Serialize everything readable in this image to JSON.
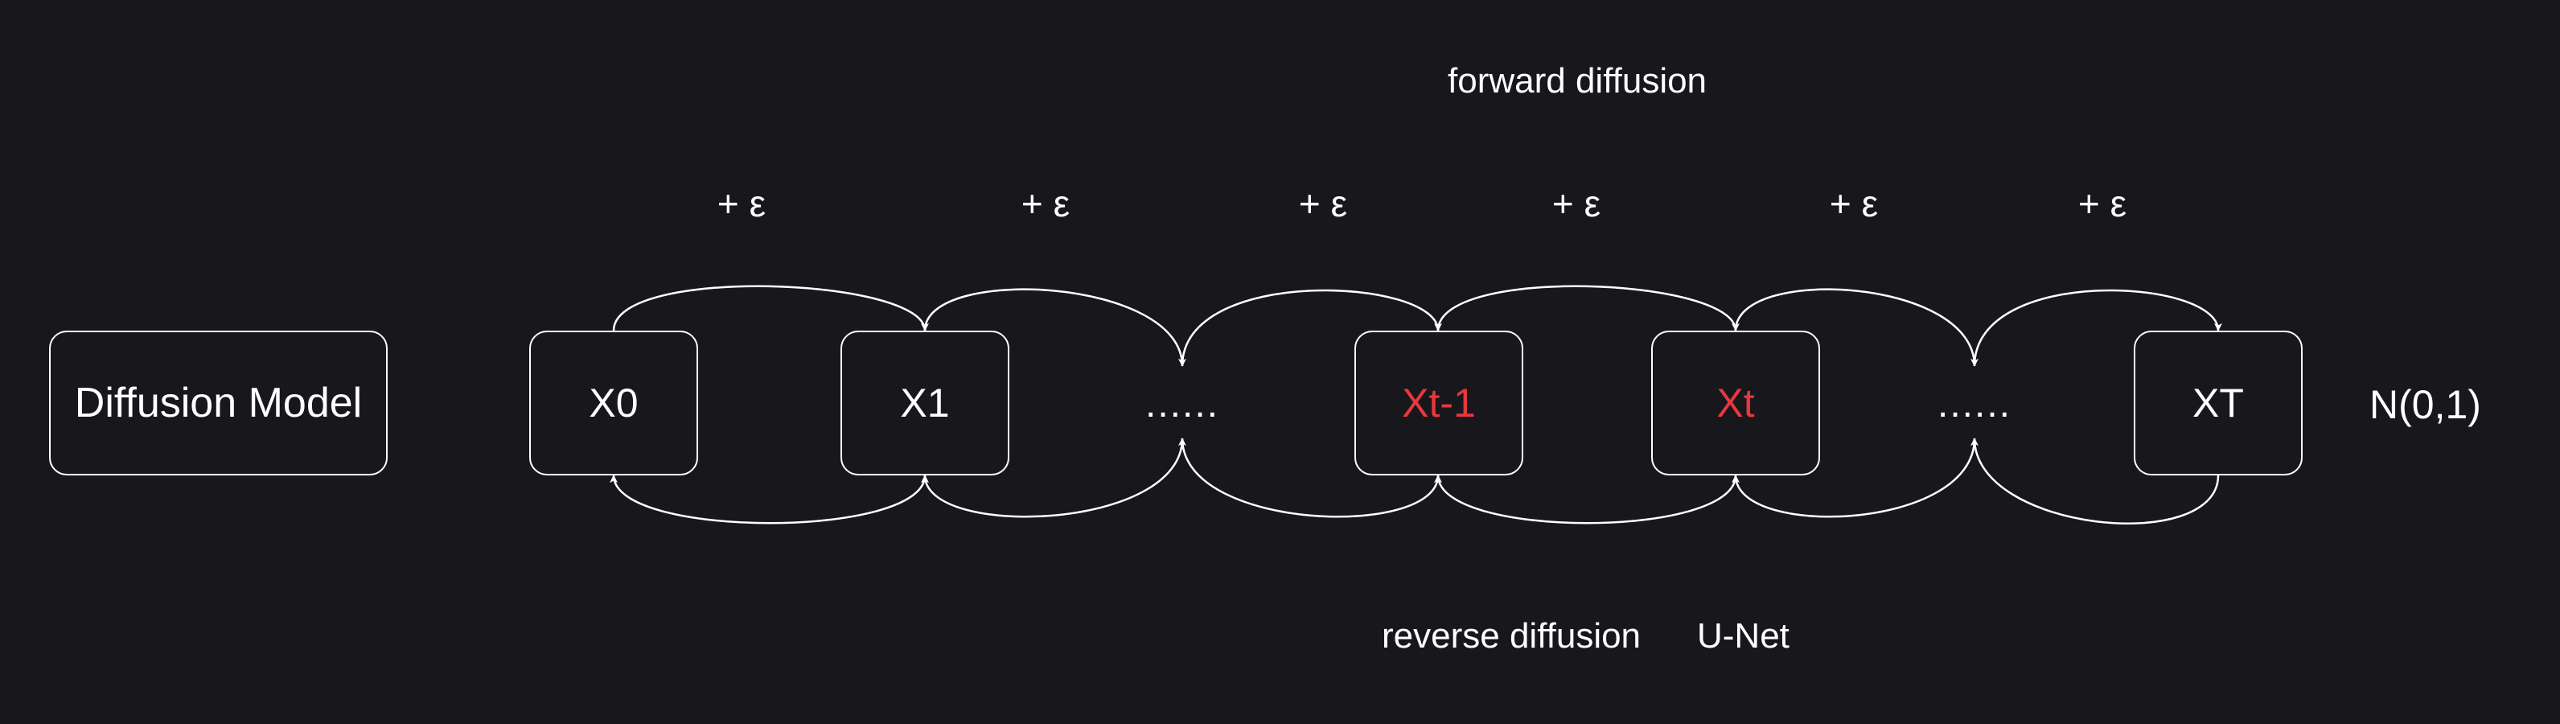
{
  "title_box": "Diffusion Model",
  "labels": {
    "forward": "forward diffusion",
    "reverse": "reverse diffusion",
    "unet": "U-Net",
    "noise": "N(0,1)"
  },
  "nodes": [
    {
      "id": "x0",
      "label": "X0",
      "highlight": false
    },
    {
      "id": "x1",
      "label": "X1",
      "highlight": false
    },
    {
      "id": "dots1",
      "label": "......",
      "highlight": false
    },
    {
      "id": "xt-1",
      "label": "Xt-1",
      "highlight": true
    },
    {
      "id": "xt",
      "label": "Xt",
      "highlight": true
    },
    {
      "id": "dots2",
      "label": "......",
      "highlight": false
    },
    {
      "id": "xT",
      "label": "XT",
      "highlight": false
    }
  ],
  "noise_steps": [
    "+ ε",
    "+ ε",
    "+ ε",
    "+ ε",
    "+ ε",
    "+ ε"
  ],
  "colors": {
    "background": "#18171c",
    "stroke": "#ffffff",
    "highlight": "#e8383d"
  }
}
